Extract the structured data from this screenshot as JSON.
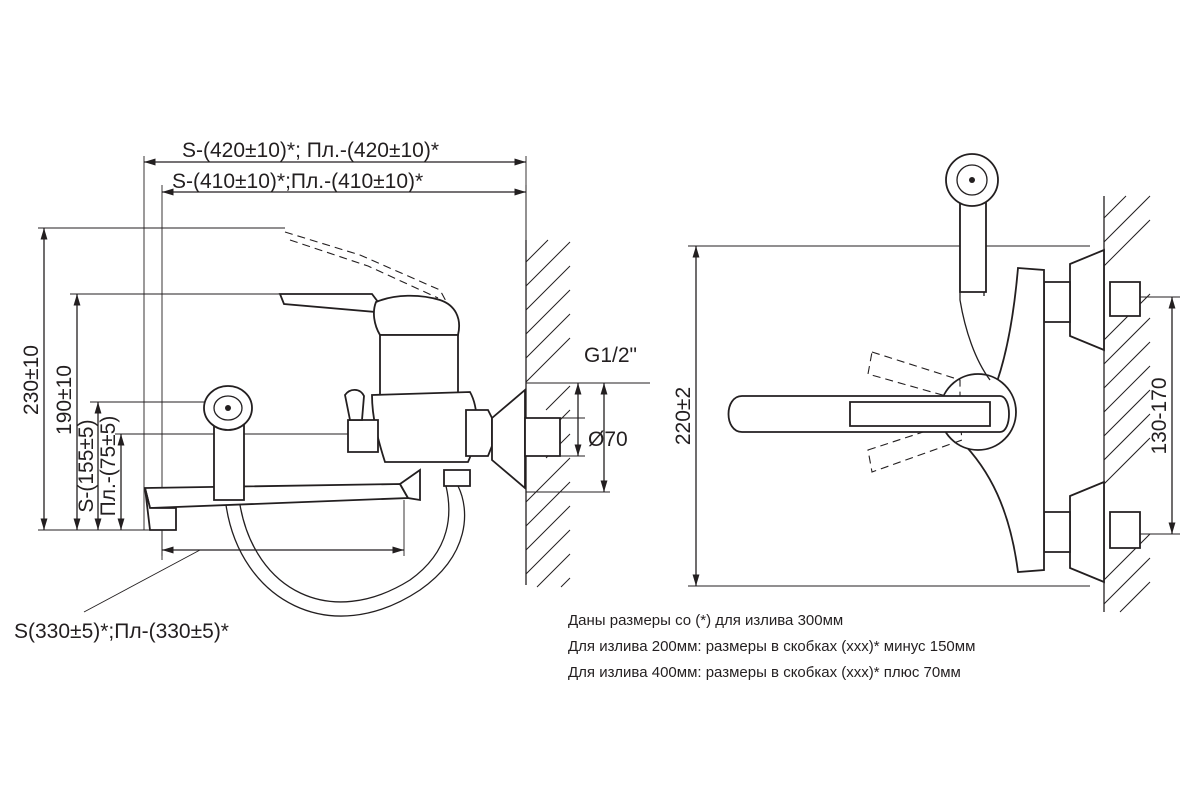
{
  "dimensions": {
    "overall_width": "S-(420±10)*; Пл.-(420±10)*",
    "inner_width": "S-(410±10)*;Пл.-(410±10)*",
    "height_total": "230±10",
    "height_handle": "190±10",
    "height_s": "S-(155±5)",
    "height_pl": "Пл.-(75±5)",
    "spout_length": "S(330±5)*;Пл-(330±5)*",
    "thread": "G1/2\"",
    "flange_diameter": "Ø70",
    "side_height": "220±2",
    "center_distance": "130-170"
  },
  "notes": [
    "Даны размеры со (*) для излива 300мм",
    "Для излива 200мм: размеры в скобках (xxx)* минус 150мм",
    "Для излива 400мм: размеры в скобках (xxx)* плюс 70мм"
  ],
  "icons": {
    "shower_head": "shower-head-icon",
    "wall": "wall-hatch-icon"
  }
}
